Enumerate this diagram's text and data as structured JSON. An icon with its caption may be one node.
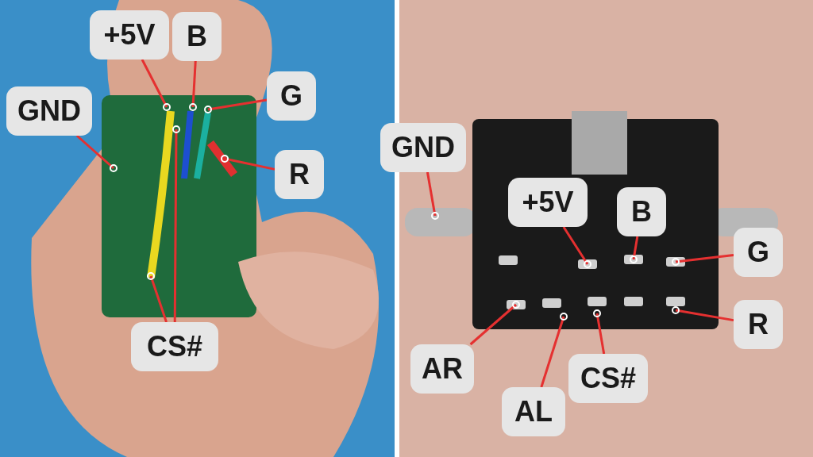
{
  "diagram": {
    "nodes": [
      {
        "text": [
          "+5V"
        ]
      },
      {
        "text": [
          "B"
        ]
      },
      {
        "text": [
          "G"
        ]
      },
      {
        "text": [
          "GND"
        ]
      },
      {
        "text": [
          "R"
        ]
      },
      {
        "text": [
          "CS#"
        ]
      },
      {
        "text": [
          "GND"
        ]
      },
      {
        "text": [
          "+5V"
        ]
      },
      {
        "text": [
          "B"
        ]
      },
      {
        "text": [
          "G"
        ]
      },
      {
        "text": [
          "R"
        ]
      },
      {
        "text": [
          "AR"
        ]
      },
      {
        "text": [
          "AL"
        ]
      },
      {
        "text": [
          "CS#"
        ]
      }
    ],
    "edges": [
      {
        "from": 0,
        "to": null,
        "arrow": "other"
      },
      {
        "from": 1,
        "to": null,
        "arrow": "other"
      },
      {
        "from": 2,
        "to": null,
        "arrow": "other"
      },
      {
        "from": 3,
        "to": null,
        "arrow": "other"
      },
      {
        "from": 4,
        "to": null,
        "arrow": "other"
      },
      {
        "from": 5,
        "to": null,
        "arrow": "other"
      },
      {
        "from": 5,
        "to": null,
        "arrow": "other"
      },
      {
        "from": 6,
        "to": null,
        "arrow": "other"
      },
      {
        "from": 7,
        "to": null,
        "arrow": "other"
      },
      {
        "from": 8,
        "to": null,
        "arrow": "other"
      },
      {
        "from": 9,
        "to": null,
        "arrow": "other"
      },
      {
        "from": 10,
        "to": null,
        "arrow": "other"
      },
      {
        "from": 11,
        "to": null,
        "arrow": "other"
      },
      {
        "from": 12,
        "to": null,
        "arrow": "other"
      },
      {
        "from": 13,
        "to": null,
        "arrow": "other"
      }
    ]
  }
}
